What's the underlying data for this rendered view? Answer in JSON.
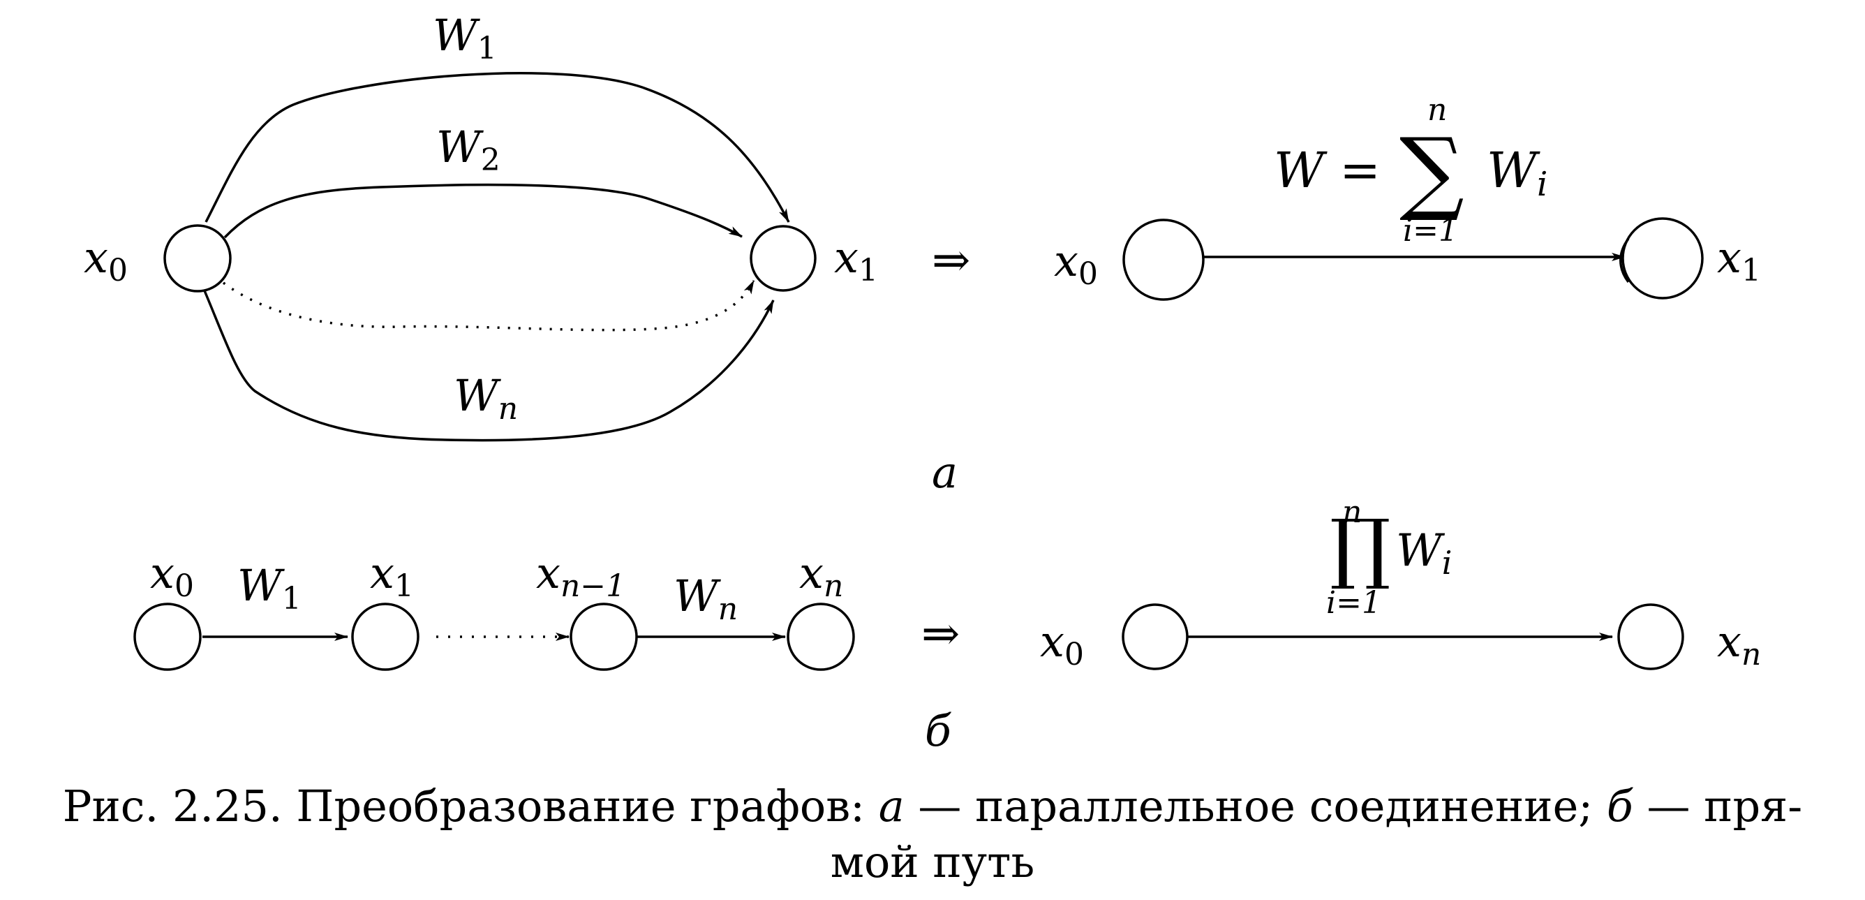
{
  "part_a": {
    "left": {
      "node_start": "x",
      "node_start_sub": "0",
      "node_end": "x",
      "node_end_sub": "1",
      "edges": [
        {
          "main": "W",
          "sub": "1"
        },
        {
          "main": "W",
          "sub": "2"
        },
        {
          "main": "W",
          "sub": "n"
        }
      ]
    },
    "implies": "⇒",
    "right": {
      "node_start": "x",
      "node_start_sub": "0",
      "node_end": "x",
      "node_end_sub": "1",
      "formula_lhs": "W =",
      "sum_symbol": "∑",
      "upper": "n",
      "lower": "i=1",
      "term": "W",
      "term_sub": "i"
    },
    "label": "a"
  },
  "part_b": {
    "left": {
      "nodes": [
        {
          "main": "x",
          "sub": "0"
        },
        {
          "main": "x",
          "sub": "1"
        },
        {
          "main": "x",
          "sub": "n−1"
        },
        {
          "main": "x",
          "sub": "n"
        }
      ],
      "edges": [
        {
          "main": "W",
          "sub": "1"
        },
        {
          "main": "W",
          "sub": "n"
        }
      ]
    },
    "implies": "⇒",
    "right": {
      "node_start": "x",
      "node_start_sub": "0",
      "node_end": "x",
      "node_end_sub": "n",
      "prod_symbol": "∏",
      "upper": "n",
      "lower": "i=1",
      "term": "W",
      "term_sub": "i"
    },
    "label": "б"
  },
  "caption": {
    "line1_prefix": "Рис. 2.25. Преобразование графов: ",
    "line1_label_a": "а",
    "line1_mid": " — параллельное соединение; ",
    "line1_label_b": "б",
    "line1_suffix": " — пря-",
    "line2": "мой путь"
  }
}
